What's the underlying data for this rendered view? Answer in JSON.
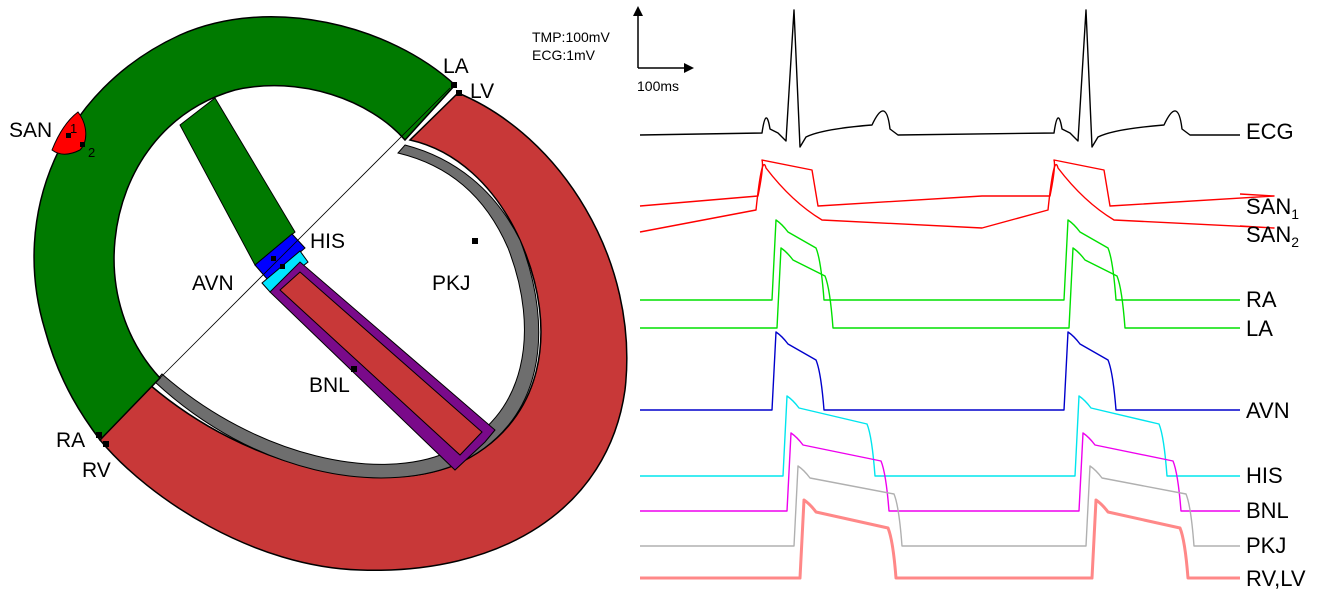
{
  "heart_labels": {
    "san": "SAN",
    "san_p1": "1",
    "san_p2": "2",
    "la": "LA",
    "lv": "LV",
    "his": "HIS",
    "avn": "AVN",
    "pkj": "PKJ",
    "bnl": "BNL",
    "ra": "RA",
    "rv": "RV"
  },
  "scale_bar": {
    "tmp": "TMP:100mV",
    "ecg": "ECG:1mV",
    "time": "100ms"
  },
  "traces": [
    {
      "key": "ecg",
      "label": "ECG",
      "sub": "",
      "color": "#000000"
    },
    {
      "key": "san1",
      "label": "SAN",
      "sub": "1",
      "color": "#ff0000"
    },
    {
      "key": "san2",
      "label": "SAN",
      "sub": "2",
      "color": "#ff0000"
    },
    {
      "key": "ra",
      "label": "RA",
      "sub": "",
      "color": "#00e000"
    },
    {
      "key": "la",
      "label": "LA",
      "sub": "",
      "color": "#00e000"
    },
    {
      "key": "avn",
      "label": "AVN",
      "sub": "",
      "color": "#0000cc"
    },
    {
      "key": "his",
      "label": "HIS",
      "sub": "",
      "color": "#00e5ee"
    },
    {
      "key": "bnl",
      "label": "BNL",
      "sub": "",
      "color": "#ee00ee"
    },
    {
      "key": "pkj",
      "label": "PKJ",
      "sub": "",
      "color": "#b0b0b0"
    },
    {
      "key": "rvlv",
      "label": "RV,LV",
      "sub": "",
      "color": "#ff6060"
    }
  ],
  "colors": {
    "atria": "#007a00",
    "ventricle": "#c83838",
    "purkinje": "#6e6e6e",
    "san": "#ff0000",
    "avn": "#0000ff",
    "his": "#00e5ff",
    "bundle": "#7a0a8a"
  }
}
